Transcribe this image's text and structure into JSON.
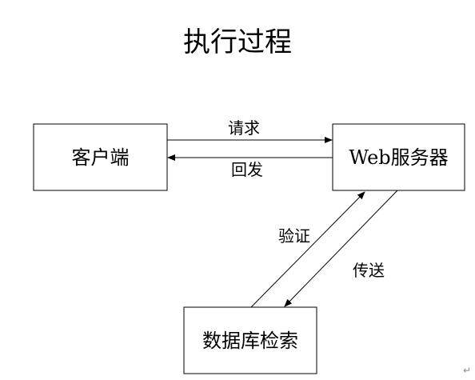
{
  "title": "执行过程",
  "nodes": {
    "client": "客户端",
    "web_server": "Web服务器",
    "database": "数据库检索"
  },
  "edges": {
    "request": "请求",
    "response": "回发",
    "verify": "验证",
    "transmit": "传送"
  },
  "paragraph_mark": "↵",
  "colors": {
    "line": "#000000",
    "background": "#ffffff",
    "mark": "#8a8a8a"
  }
}
